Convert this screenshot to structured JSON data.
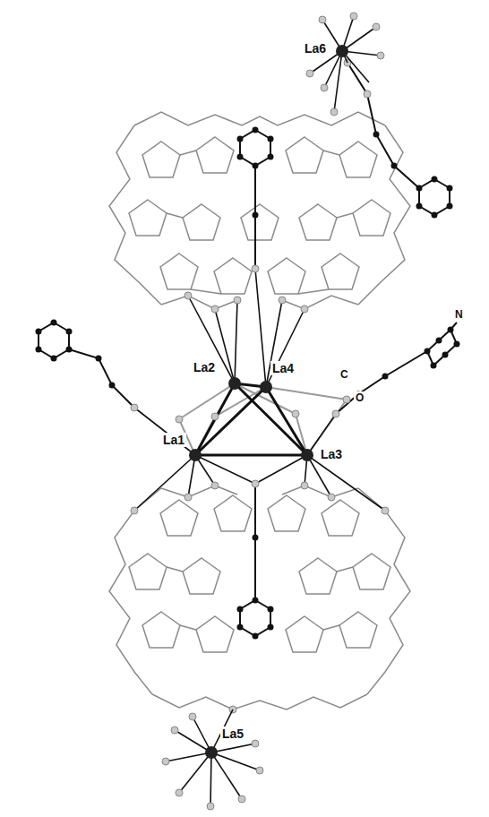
{
  "diagram": {
    "labels": [
      "La6",
      "La2",
      "La4",
      "O",
      "C",
      "N",
      "La1",
      "La3",
      "La5"
    ]
  }
}
